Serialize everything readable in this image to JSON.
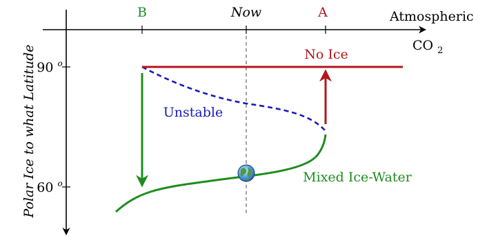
{
  "axes": {
    "x_label_line1": "Atmospheric",
    "x_label_line2_base": "CO",
    "x_label_line2_sub": "2",
    "y_label": "Polar Ice to what Latitude"
  },
  "ticks": {
    "b": "B",
    "now": "Now",
    "a": "A",
    "y90_base": "90",
    "y90_sup": "o",
    "y60_base": "60",
    "y60_sup": "o"
  },
  "branches": {
    "no_ice": "No Ice",
    "unstable": "Unstable",
    "mixed": "Mixed Ice-Water"
  },
  "colors": {
    "green": "#1e8c1e",
    "red": "#b3161c",
    "blue": "#1a1ab8",
    "black": "#000000"
  },
  "icons": {
    "earth_marker": "earth-globe-icon"
  }
}
